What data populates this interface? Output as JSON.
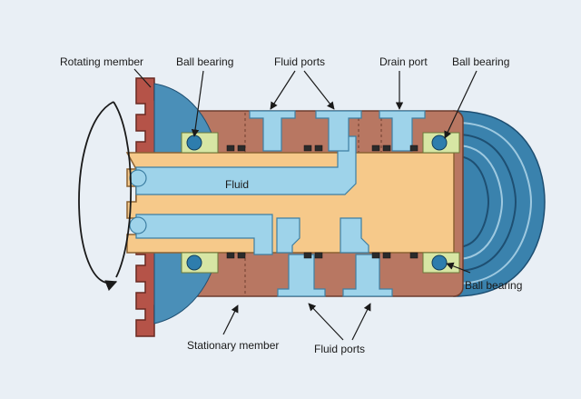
{
  "labels": {
    "rotating_member": "Rotating member",
    "ball_bearing_left": "Ball bearing",
    "fluid_ports_top": "Fluid ports",
    "drain_port": "Drain port",
    "ball_bearing_right": "Ball bearing",
    "fluid": "Fluid",
    "stationary_member": "Stationary member",
    "fluid_ports_bottom": "Fluid ports"
  },
  "colors": {
    "background": "#e9eff5",
    "stationary_housing": "#b87762",
    "rotating_flange": "#b55348",
    "shaft": "#f6c98a",
    "fluid_channel": "#9ed3ea",
    "seal": "#2b2b2b",
    "bearing_race": "#d7e6a4",
    "ball": "#2e7dad",
    "end_cap": "#3a82ad"
  }
}
